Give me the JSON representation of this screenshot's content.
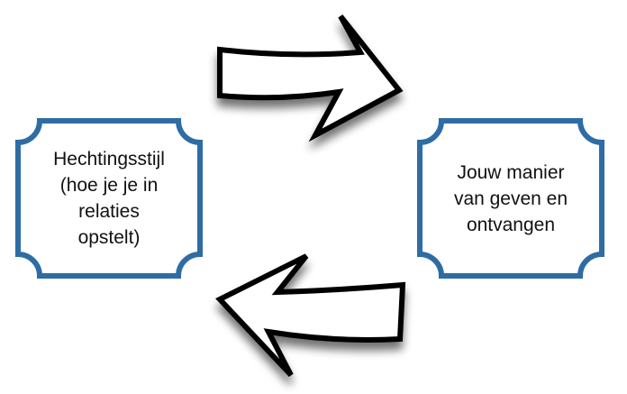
{
  "colors": {
    "box_border": "#2e6da4",
    "box_fill": "#ffffff",
    "arrow_fill": "#ffffff",
    "arrow_stroke": "#000000",
    "text": "#111111"
  },
  "left_box": {
    "lines": [
      "Hechtingsstijl",
      "(hoe je je in",
      "relaties",
      "opstelt)"
    ]
  },
  "right_box": {
    "lines": [
      "Jouw manier",
      "van geven en",
      "ontvangen"
    ]
  },
  "arrows": {
    "top": {
      "direction": "right"
    },
    "bottom": {
      "direction": "left"
    }
  }
}
